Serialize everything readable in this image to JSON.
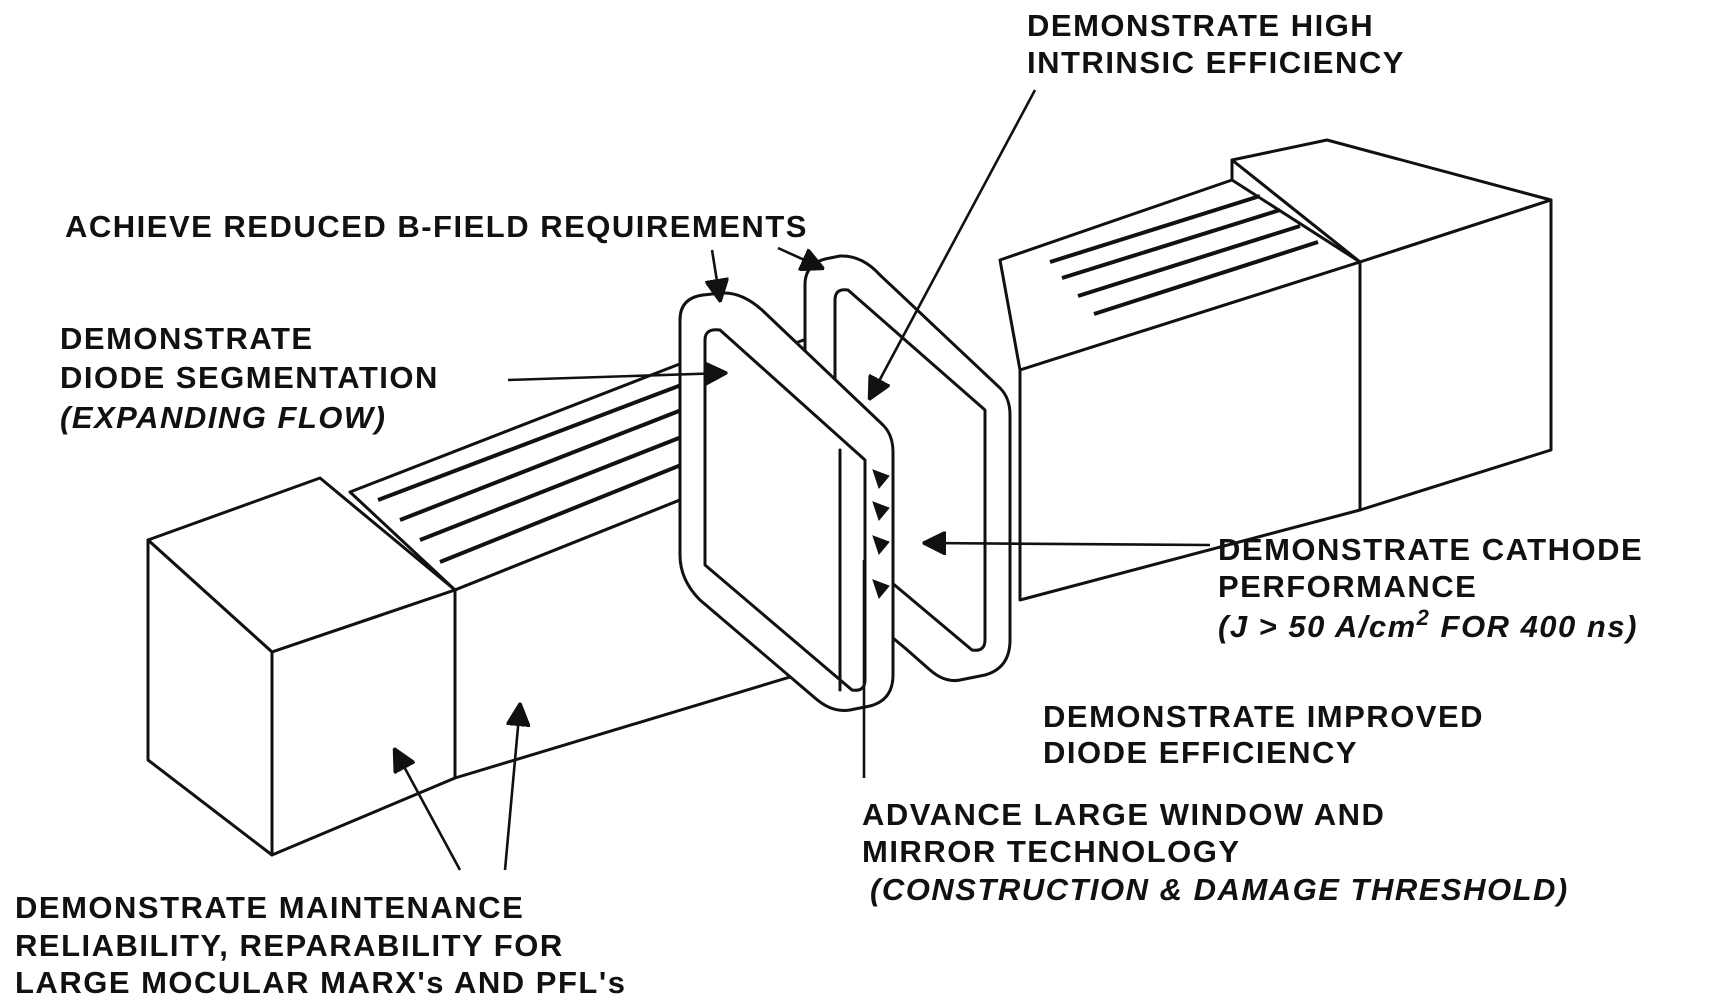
{
  "labels": {
    "high_efficiency": [
      "DEMONSTRATE HIGH",
      "INTRINSIC EFFICIENCY"
    ],
    "b_field": "ACHIEVE REDUCED B-FIELD REQUIREMENTS",
    "diode_segmentation": [
      "DEMONSTRATE",
      "DIODE SEGMENTATION",
      "(EXPANDING FLOW)"
    ],
    "cathode": [
      "DEMONSTRATE CATHODE",
      "PERFORMANCE",
      "(J > 50 A/cm",
      "2",
      " FOR 400 ns)"
    ],
    "diode_efficiency": [
      "DEMONSTRATE IMPROVED",
      "DIODE EFFICIENCY"
    ],
    "window_mirror": [
      "ADVANCE LARGE WINDOW AND",
      "MIRROR TECHNOLOGY",
      "(CONSTRUCTION & DAMAGE THRESHOLD)"
    ],
    "maintenance": [
      "DEMONSTRATE MAINTENANCE",
      "RELIABILITY, REPARABILITY FOR",
      "LARGE MOCULAR MARX's AND PFL's"
    ]
  },
  "colors": {
    "ink": "#111111",
    "paper": "#ffffff"
  }
}
